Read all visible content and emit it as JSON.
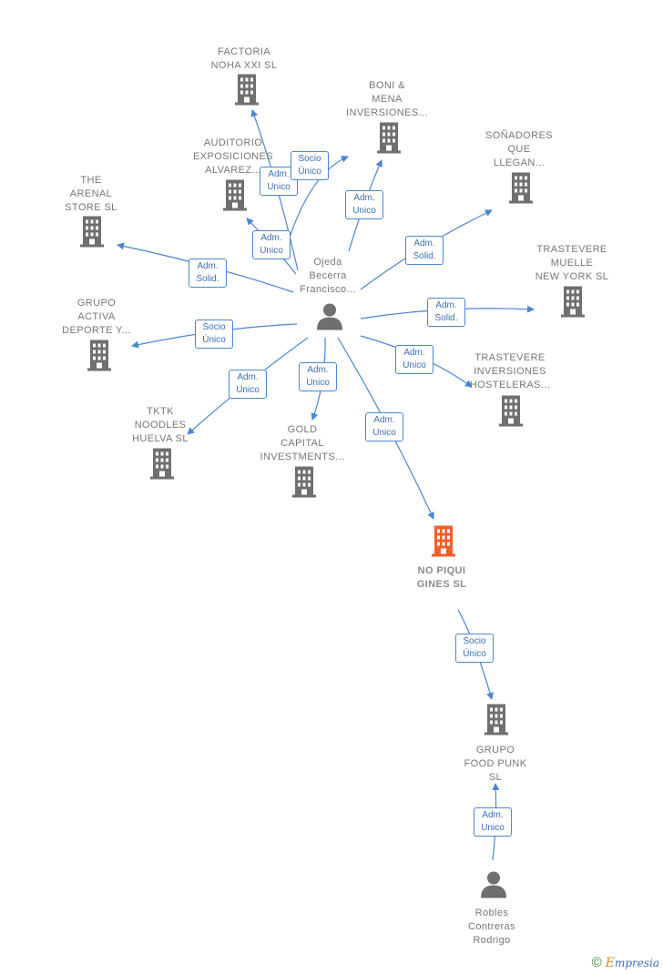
{
  "nodes": [
    {
      "id": "ojeda",
      "type": "person",
      "label": "Ojeda\nBecerra\nFrancisco..."
    },
    {
      "id": "factoria",
      "type": "company",
      "label": "FACTORIA\nNOHA XXI SL"
    },
    {
      "id": "boni",
      "type": "company",
      "label": "BONI &\nMENA\nINVERSIONES..."
    },
    {
      "id": "auditorio",
      "type": "company",
      "label": "AUDITORIO\nEXPOSICIONES\nALVAREZ..."
    },
    {
      "id": "sonadores",
      "type": "company",
      "label": "SOÑADORES\nQUE\nLLEGAN..."
    },
    {
      "id": "arenal",
      "type": "company",
      "label": "THE\nARENAL\nSTORE SL"
    },
    {
      "id": "trastevere_muelle",
      "type": "company",
      "label": "TRASTEVERE\nMUELLE\nNEW YORK SL"
    },
    {
      "id": "grupo_activa",
      "type": "company",
      "label": "GRUPO\nACTIVA\nDEPORTE Y..."
    },
    {
      "id": "trastevere_inv",
      "type": "company",
      "label": "TRASTEVERE\nINVERSIONES\nHOSTELERAS..."
    },
    {
      "id": "tktk",
      "type": "company",
      "label": "TKTK\nNOODLES\nHUELVA SL"
    },
    {
      "id": "gold",
      "type": "company",
      "label": "GOLD\nCAPITAL\nINVESTMENTS..."
    },
    {
      "id": "nopiqui",
      "type": "focus",
      "label": "NO PIQUI\nGINES SL"
    },
    {
      "id": "foodpunk",
      "type": "company",
      "label": "GRUPO\nFOOD PUNK\nSL"
    },
    {
      "id": "robles",
      "type": "person",
      "label": "Robles\nContreras\nRodrigo"
    }
  ],
  "edges": [
    {
      "from": "ojeda",
      "to": "factoria",
      "label": "Adm.\nUnico"
    },
    {
      "from": "ojeda",
      "to": "boni",
      "label": "Adm.\nUnico"
    },
    {
      "from": "ojeda",
      "to": "auditorio",
      "label": "Adm.\nUnico"
    },
    {
      "from": "ojeda",
      "to": "auditorio",
      "label": "Socio\nÚnico"
    },
    {
      "from": "ojeda",
      "to": "sonadores",
      "label": "Adm.\nSolid."
    },
    {
      "from": "ojeda",
      "to": "arenal",
      "label": "Adm.\nSolid."
    },
    {
      "from": "ojeda",
      "to": "trastevere_muelle",
      "label": "Adm.\nSolid."
    },
    {
      "from": "ojeda",
      "to": "grupo_activa",
      "label": "Socio\nÚnico"
    },
    {
      "from": "ojeda",
      "to": "trastevere_inv",
      "label": "Adm.\nUnico"
    },
    {
      "from": "ojeda",
      "to": "tktk",
      "label": "Adm.\nUnico"
    },
    {
      "from": "ojeda",
      "to": "gold",
      "label": "Adm.\nUnico"
    },
    {
      "from": "ojeda",
      "to": "nopiqui",
      "label": "Adm.\nUnico"
    },
    {
      "from": "nopiqui",
      "to": "foodpunk",
      "label": "Socio\nÚnico"
    },
    {
      "from": "robles",
      "to": "foodpunk",
      "label": "Adm.\nUnico"
    }
  ],
  "colors": {
    "edge": "#4a86d4",
    "company": "#6f6f6f",
    "focus": "#f0602a",
    "person": "#6f6f6f"
  },
  "footer": {
    "copyright_symbol": "©",
    "brand_initial": "E",
    "brand_rest": "mpresia"
  }
}
